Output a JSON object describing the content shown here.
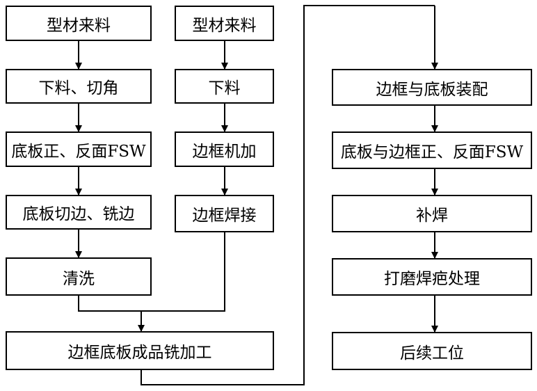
{
  "left_column": {
    "step1": "型材来料",
    "step2": "下料、切角",
    "step3": "底板正、反面FSW",
    "step4": "底板切边、铣边",
    "step5": "清洗"
  },
  "middle_column": {
    "step1": "型材来料",
    "step2": "下料",
    "step3": "边框机加",
    "step4": "边框焊接"
  },
  "merge": {
    "step": "边框底板成品铣加工"
  },
  "right_column": {
    "step1": "边框与底板装配",
    "step2": "底板与边框正、反面FSW",
    "step3": "补焊",
    "step4": "打磨焊疤处理",
    "step5": "后续工位"
  }
}
